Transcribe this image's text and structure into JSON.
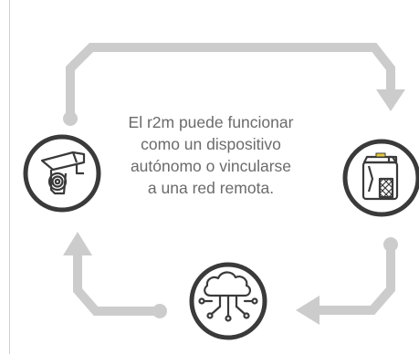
{
  "description_lines": [
    "El r2m puede funcionar",
    "como un dispositivo",
    "autónomo o vincularse",
    "a una red remota."
  ],
  "colors": {
    "arrow": "#cccccc",
    "icon_stroke": "#3a3a3a",
    "text": "#6b6b6b",
    "accent": "#e6c83a"
  },
  "nodes": [
    {
      "role": "camera",
      "icon": "security-camera-icon"
    },
    {
      "role": "device",
      "icon": "r2m-device-icon"
    },
    {
      "role": "network",
      "icon": "cloud-network-icon"
    }
  ]
}
